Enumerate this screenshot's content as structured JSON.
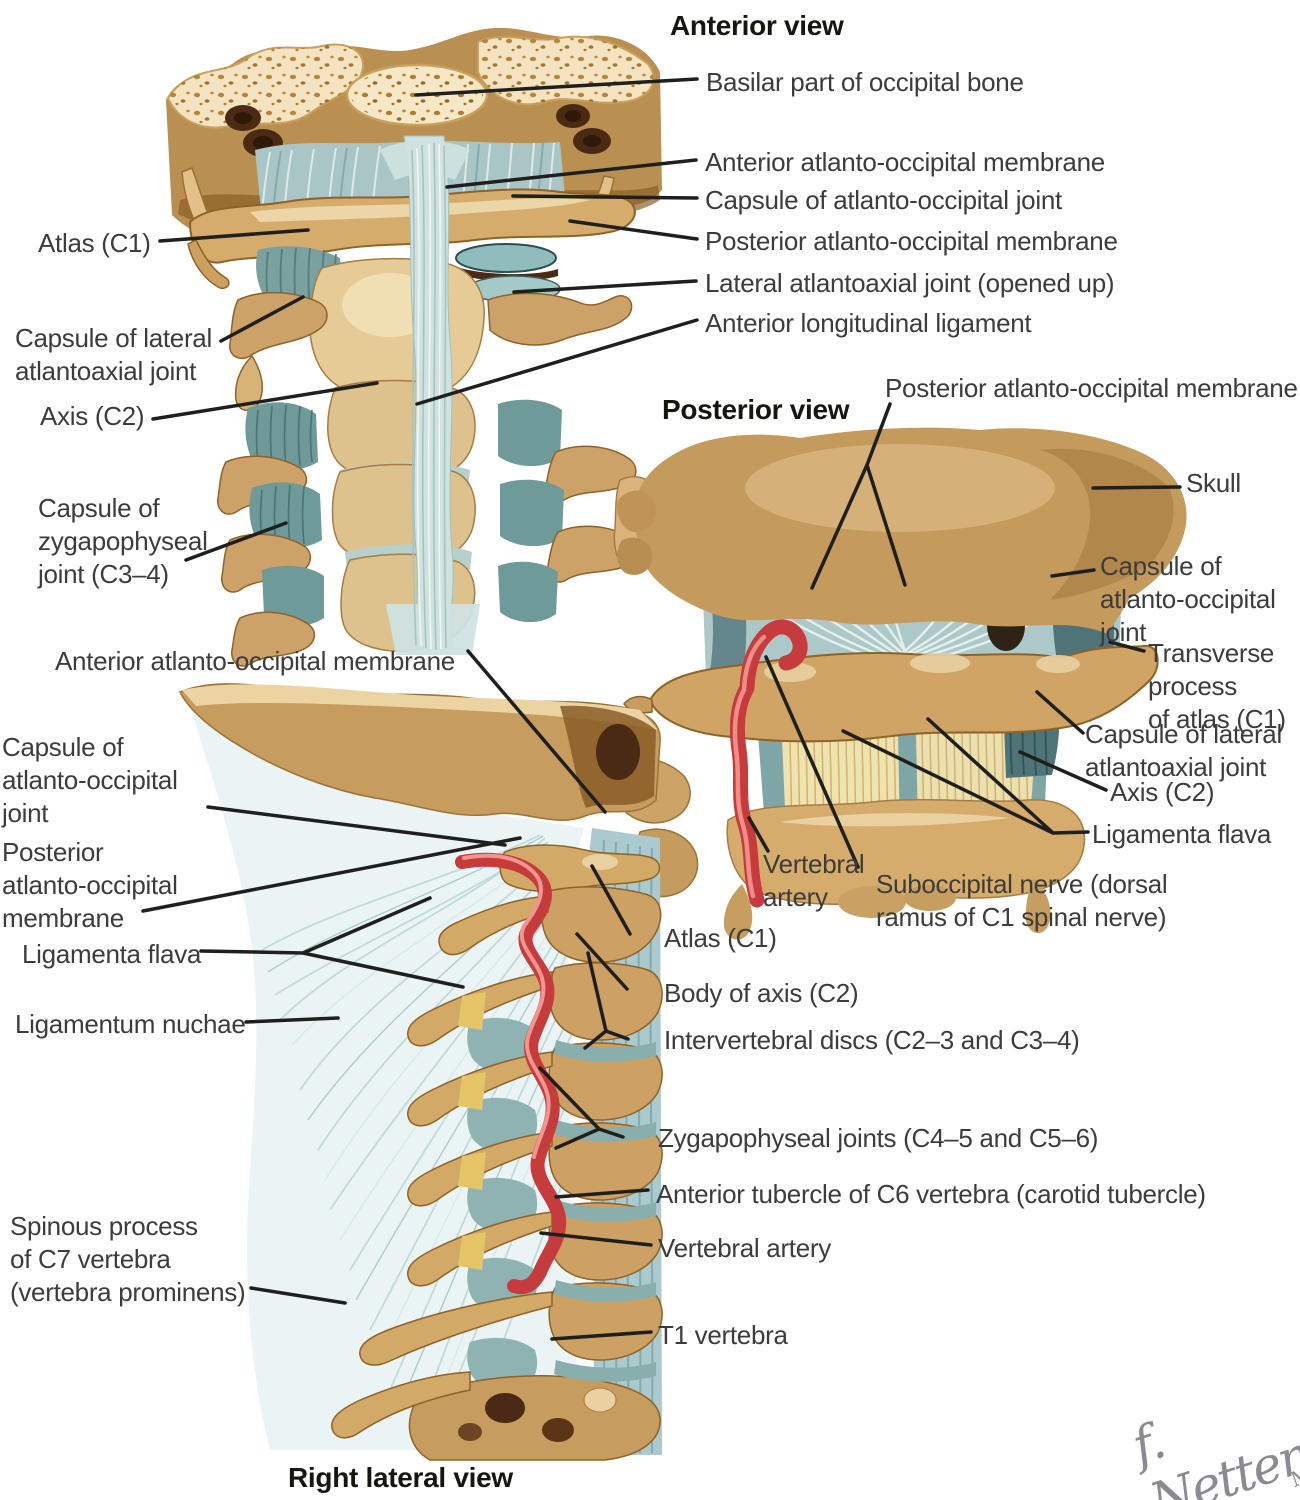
{
  "figure": {
    "anterior": {
      "title": "Anterior view",
      "labels": {
        "basilar": "Basilar part of occipital bone",
        "anterior_membrane": "Anterior atlanto-occipital membrane",
        "capsule_ao_joint": "Capsule of atlanto-occipital joint",
        "posterior_membrane": "Posterior atlanto-occipital membrane",
        "lateral_aa_joint": "Lateral atlantoaxial joint (opened up)",
        "anterior_longitudinal_ligament": "Anterior longitudinal ligament",
        "atlas": "Atlas (C1)",
        "capsule_lateral_aa_joint": "Capsule of lateral\natlantoaxial joint",
        "axis": "Axis (C2)",
        "capsule_zygapophyseal": "Capsule of\nzygapophyseal\njoint (C3–4)"
      }
    },
    "posterior": {
      "title": "Posterior view",
      "labels": {
        "posterior_membrane": "Posterior atlanto-occipital membrane",
        "skull": "Skull",
        "capsule_ao_joint": "Capsule of\natlanto-occipital\njoint",
        "transverse_process": "Transverse\nprocess\nof atlas (C1)",
        "capsule_lateral_aa_joint": "Capsule of lateral\natlantoaxial joint",
        "axis": "Axis (C2)",
        "ligamenta_flava": "Ligamenta flava",
        "vertebral_artery": "Vertebral\nartery",
        "suboccipital_nerve": "Suboccipital nerve (dorsal\nramus of C1 spinal nerve)"
      }
    },
    "lateral": {
      "title": "Right lateral view",
      "labels": {
        "anterior_membrane": "Anterior atlanto-occipital membrane",
        "capsule_ao_joint": "Capsule of\natlanto-occipital\njoint",
        "posterior_membrane": "Posterior\natlanto-occipital\nmembrane",
        "ligamenta_flava": "Ligamenta flava",
        "ligamentum_nuchae": "Ligamentum nuchae",
        "spinous_process_c7": "Spinous process\nof C7 vertebra\n(vertebra prominens)",
        "atlas": "Atlas (C1)",
        "body_of_axis": "Body of axis (C2)",
        "intervertebral_discs": "Intervertebral discs (C2–3 and C3–4)",
        "zygapophyseal_joints": "Zygapophyseal joints (C4–5 and C5–6)",
        "anterior_tubercle_c6": "Anterior tubercle of C6 vertebra (carotid tubercle)",
        "vertebral_artery": "Vertebral artery",
        "t1_vertebra": "T1 vertebra"
      }
    },
    "signature": {
      "name": "f. Netter",
      "credential": "M.D."
    }
  },
  "colors": {
    "bone_tan": "#C79C5F",
    "bone_cream": "#F4E3C1",
    "bone_speckle": "#AF7A2C",
    "membrane_blue": "#A9C5C6",
    "membrane_light": "#E8F2F1",
    "capsule_teal": "#4F7478",
    "flava_yellow": "#EDDFA5",
    "artery_red": "#C63B3B",
    "leader_line": "#1F1F1D",
    "label_text": "#3C3C3A",
    "signature_gray": "#8A8A90"
  }
}
